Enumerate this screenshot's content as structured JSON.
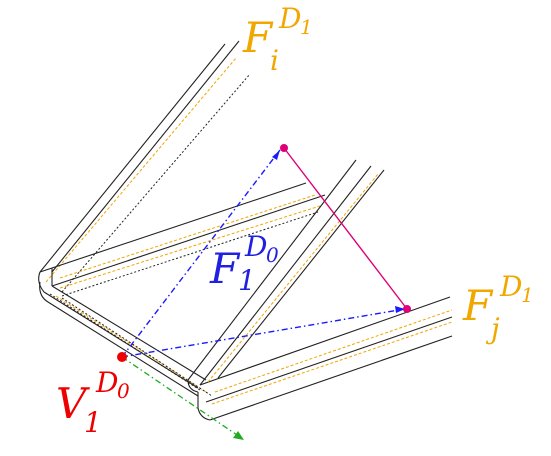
{
  "labels": {
    "fi": {
      "base": "F",
      "sub": "i",
      "sup_base": "D",
      "sup_sub": "1"
    },
    "fj": {
      "base": "F",
      "sub": "j",
      "sup_base": "D",
      "sup_sub": "1"
    },
    "f1": {
      "base": "F",
      "sub": "1",
      "sup_base": "D",
      "sup_sub": "0"
    },
    "v1": {
      "base": "V",
      "sub": "1",
      "sup_base": "D",
      "sup_sub": "0"
    }
  },
  "colors": {
    "outline": "#222222",
    "inner_dash": "#f0a500",
    "blue_vector": "#1a1aff",
    "red_point": "#ee0000",
    "magenta_line": "#dd0077",
    "green_vector": "#22aa22",
    "label_yellow": "#f0a800",
    "label_blue": "#2020e0",
    "label_red": "#ee0000"
  }
}
